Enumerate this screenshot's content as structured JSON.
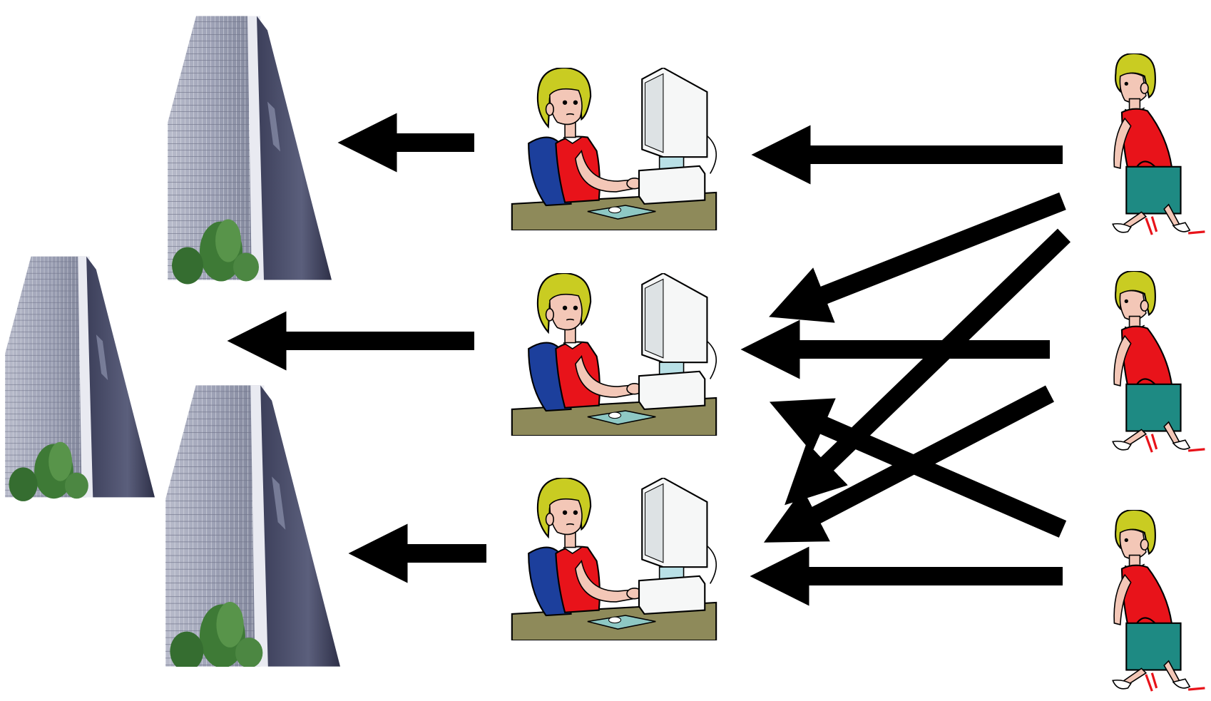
{
  "diagram": {
    "groups": {
      "buildings": {
        "count": 3
      },
      "workers": {
        "count": 3
      },
      "clients": {
        "count": 3
      }
    },
    "colors": {
      "arrow": "#000000",
      "dress": "#e8131a",
      "hair": "#c9cc22",
      "chair": "#1c3f9c",
      "desk": "#8e8a5a",
      "bag": "#1e8a83",
      "skin": "#f3c7b7",
      "monitor": "#f6f7f7",
      "mousepad": "#8ec8c4",
      "sky_glass": "#8a8fa6",
      "tree": "#3e7a36"
    },
    "icons": {
      "building": "office-building-icon",
      "worker": "worker-at-computer-icon",
      "client": "walking-woman-with-bag-icon",
      "arrow": "arrow-icon"
    }
  }
}
